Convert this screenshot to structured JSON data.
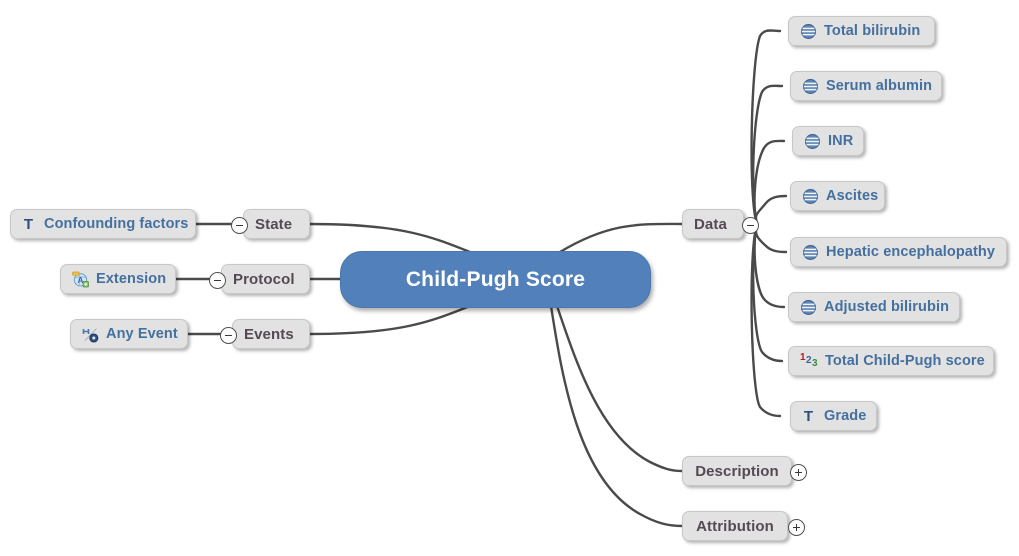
{
  "diagram": {
    "type": "mind-map",
    "background": "#ffffff",
    "root_color": "#5280ba",
    "node_color": "#e3e2e2",
    "leaf_text_color": "#44709f",
    "branch_text_color": "#544a54",
    "edge_color": "#4a4a4a"
  },
  "root": {
    "label": "Child-Pugh Score"
  },
  "left_branches": [
    {
      "branch_label": "State",
      "toggle": "collapse",
      "toggle_sign": "-",
      "child": {
        "label": "Confounding factors",
        "icon": "text-type-icon"
      }
    },
    {
      "branch_label": "Protocol",
      "toggle": "collapse",
      "toggle_sign": "-",
      "child": {
        "label": "Extension",
        "icon": "extension-globe-icon"
      }
    },
    {
      "branch_label": "Events",
      "toggle": "collapse",
      "toggle_sign": "-",
      "child": {
        "label": "Any Event",
        "icon": "any-event-icon"
      }
    }
  ],
  "right_branch": {
    "branch_label": "Data",
    "toggle": "collapse",
    "toggle_sign": "-",
    "children": [
      {
        "label": "Total bilirubin",
        "icon": "enum-list-icon"
      },
      {
        "label": "Serum albumin",
        "icon": "enum-list-icon"
      },
      {
        "label": "INR",
        "icon": "enum-list-icon"
      },
      {
        "label": "Ascites",
        "icon": "enum-list-icon"
      },
      {
        "label": "Hepatic encephalopathy",
        "icon": "enum-list-icon"
      },
      {
        "label": "Adjusted bilirubin",
        "icon": "enum-list-icon"
      },
      {
        "label": "Total Child-Pugh score",
        "icon": "number-type-icon",
        "digits": [
          "1",
          "2",
          "3"
        ]
      },
      {
        "label": "Grade",
        "icon": "text-type-icon"
      }
    ]
  },
  "bottom_branches": [
    {
      "label": "Description",
      "toggle": "expand",
      "toggle_sign": "+"
    },
    {
      "label": "Attribution",
      "toggle": "expand",
      "toggle_sign": "+"
    }
  ]
}
